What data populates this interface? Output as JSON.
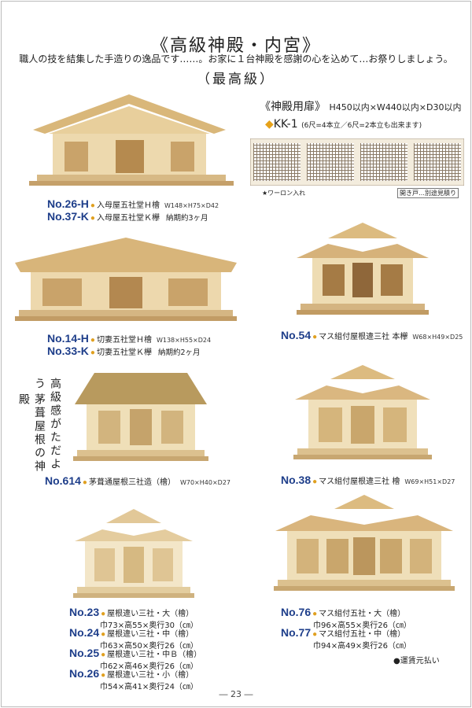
{
  "header": {
    "title": "《高級神殿・内宮》",
    "subtitle": "職人の技を結集した手造りの逸品です……。お家に１台神殿を感謝の心を込めて…お祭りしましょう。",
    "grade": "（最高級）"
  },
  "door_panel": {
    "title": "《神殿用扉》",
    "dimensions": "H450以内×W440以内×D30以内",
    "model": "KK-1",
    "note": "(6尺=4本立／6尺=2本立も出来ます)",
    "wirelon": "★ワーロン入れ",
    "open_door": "開き戸…別途見積り"
  },
  "products": [
    {
      "line1": {
        "no": "No.26-H",
        "desc": "入母屋五社堂Ｈ檜",
        "size": "W148×H75×D42"
      },
      "line2": {
        "no": "No.37-K",
        "desc": "入母屋五社堂Ｋ欅",
        "lead": "納期約3ヶ月"
      }
    },
    {
      "line1": {
        "no": "No.14-H",
        "desc": "切妻五社堂Ｈ檜",
        "size": "W138×H55×D24"
      },
      "line2": {
        "no": "No.33-K",
        "desc": "切妻五社堂Ｋ欅",
        "lead": "納期約2ヶ月"
      }
    },
    {
      "no": "No.54",
      "desc": "マス組付屋根違三社 本欅",
      "size": "W68×H49×D25"
    },
    {
      "no": "No.614",
      "desc": "茅葺通屋根三社造（檜）",
      "size": "W70×H40×D27"
    },
    {
      "no": "No.38",
      "desc": "マス組付屋根違三社 檜",
      "size": "W69×H51×D27"
    }
  ],
  "catch_copy": [
    "高級感がただよう",
    "茅葺屋根の神殿"
  ],
  "yane_chigai": [
    {
      "no": "No.23",
      "desc": "屋根違い三社・大（檜）",
      "dims": "巾73×高55×奥行30（㎝）"
    },
    {
      "no": "No.24",
      "desc": "屋根違い三社・中（檜）",
      "dims": "巾63×高50×奥行26（㎝）"
    },
    {
      "no": "No.25",
      "desc": "屋根違い三社・中Ｂ（檜）",
      "dims": "巾62×高46×奥行26（㎝）"
    },
    {
      "no": "No.26",
      "desc": "屋根違い三社・小（檜）",
      "dims": "巾54×高41×奥行24（㎝）"
    }
  ],
  "masugumi_gosha": [
    {
      "no": "No.76",
      "desc": "マス組付五社・大（檜）",
      "dims": "巾96×高55×奥行26（㎝）"
    },
    {
      "no": "No.77",
      "desc": "マス組付五社・中（檜）",
      "dims": "巾94×高49×奥行26（㎝）"
    }
  ],
  "shipping": "●運賃元払い",
  "page_number": "― 23 ―",
  "colors": {
    "model_blue": "#1e3e8a",
    "bullet_gold": "#e0a020",
    "wood": "#e9d3a4",
    "wood_dark": "#b9925a"
  }
}
